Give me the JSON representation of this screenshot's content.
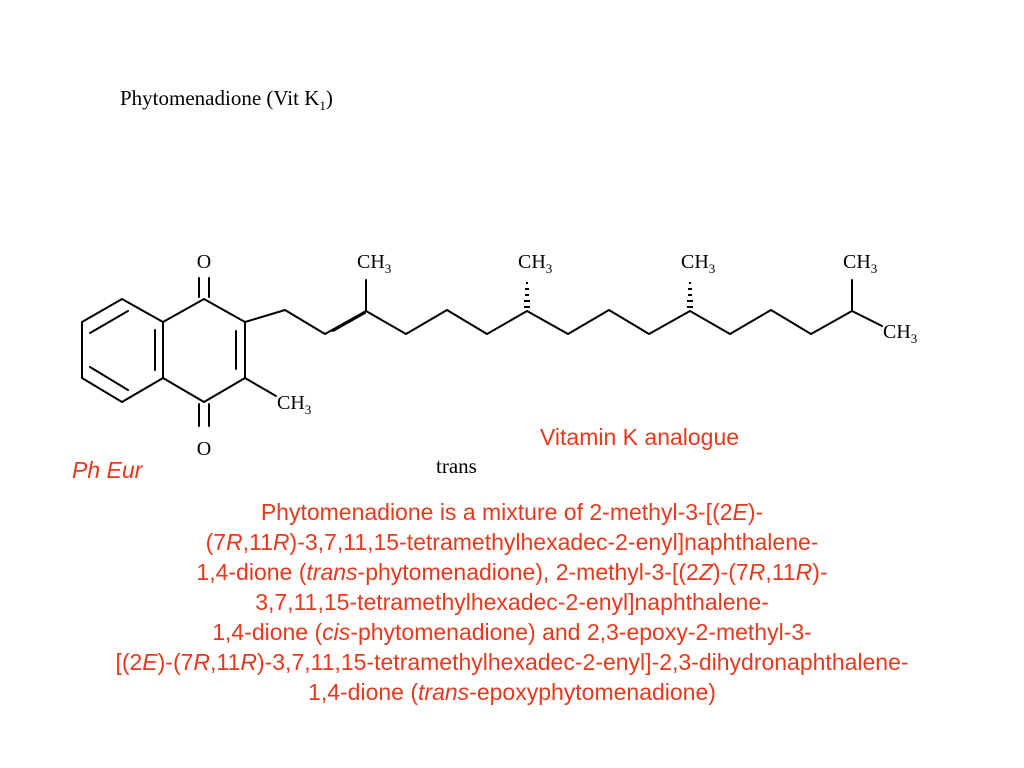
{
  "title": {
    "main": "Phytomenadione (Vit K",
    "sub": "1",
    "close": ")"
  },
  "atoms": {
    "o_top": "O",
    "o_bottom": "O",
    "ch": "CH",
    "three": "3"
  },
  "labels": {
    "trans": "trans",
    "analogue": "Vitamin K analogue",
    "ph_eur": "Ph Eur"
  },
  "description": {
    "l1a": "Phytomenadione is a mixture of 2-methyl-3-[(2",
    "l1b": "E",
    "l1c": ")-",
    "l2a": "(7",
    "l2b": "R",
    "l2c": ",11",
    "l2d": "R",
    "l2e": ")-3,7,11,15-tetramethylhexadec-2-enyl]naphthalene-",
    "l3a": "1,4-dione (",
    "l3b": "trans",
    "l3c": "-phytomenadione), 2-methyl-3-[(2",
    "l3d": "Z",
    "l3e": ")-(7",
    "l3f": "R",
    "l3g": ",11",
    "l3h": "R",
    "l3i": ")-",
    "l4": "3,7,11,15-tetramethylhexadec-2-enyl]naphthalene-",
    "l5a": "1,4-dione (",
    "l5b": "cis",
    "l5c": "-phytomenadione) and 2,3-epoxy-2-methyl-3-",
    "l6a": "[(2",
    "l6b": "E",
    "l6c": ")-(7",
    "l6d": "R",
    "l6e": ",11",
    "l6f": "R",
    "l6g": ")-3,7,11,15-tetramethylhexadec-2-enyl]-2,3-dihydronaphthalene-",
    "l7a": "1,4-dione (",
    "l7b": "trans",
    "l7c": "-epoxyphytomenadione)"
  },
  "colors": {
    "accent_red": "#e8391d",
    "ink": "#000000"
  }
}
